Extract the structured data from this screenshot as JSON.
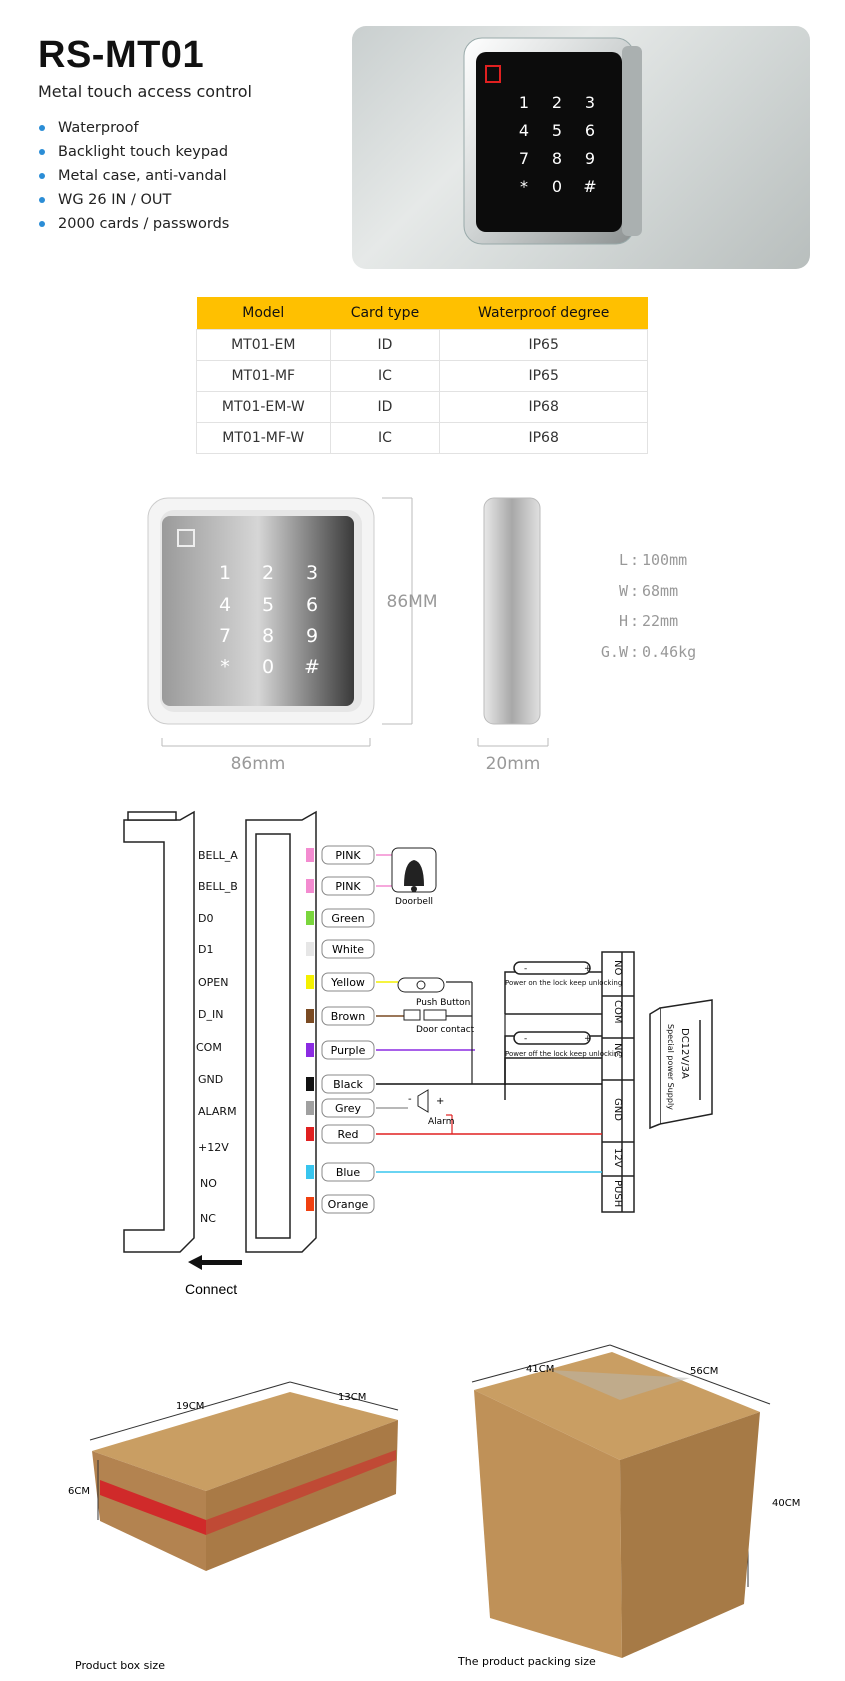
{
  "header": {
    "title": "RS-MT01",
    "subtitle": "Metal touch access control",
    "features": [
      "Waterproof",
      "Backlight touch keypad",
      "Metal case, anti-vandal",
      "WG 26 IN / OUT",
      "2000 cards / passwords"
    ]
  },
  "hero_keypad": {
    "keys": [
      "1",
      "2",
      "3",
      "4",
      "5",
      "6",
      "7",
      "8",
      "9",
      "*",
      "0",
      "#"
    ]
  },
  "spec_table": {
    "headers": [
      "Model",
      "Card type",
      "Waterproof degree"
    ],
    "rows": [
      [
        "MT01-EM",
        "ID",
        "IP65"
      ],
      [
        "MT01-MF",
        "IC",
        "IP65"
      ],
      [
        "MT01-EM-W",
        "ID",
        "IP68"
      ],
      [
        "MT01-MF-W",
        "IC",
        "IP68"
      ]
    ]
  },
  "dimensions": {
    "height_label": "86MM",
    "width_label": "86mm",
    "depth_label": "20mm",
    "specs": [
      {
        "key": "L",
        "value": "100mm"
      },
      {
        "key": "W",
        "value": "68mm"
      },
      {
        "key": "H",
        "value": "22mm"
      },
      {
        "key": "G.W",
        "value": "0.46kg"
      }
    ]
  },
  "wiring": {
    "pins": [
      "BELL_A",
      "BELL_B",
      "D0",
      "D1",
      "OPEN",
      "D_IN",
      "COM",
      "GND",
      "ALARM",
      "+12V",
      "NO",
      "NC"
    ],
    "wires": [
      {
        "label": "PINK",
        "color": "#f38bd0"
      },
      {
        "label": "PINK",
        "color": "#f38bd0"
      },
      {
        "label": "Green",
        "color": "#7ad63c"
      },
      {
        "label": "White",
        "color": "#e6e6e6"
      },
      {
        "label": "Yellow",
        "color": "#f4f000"
      },
      {
        "label": "Brown",
        "color": "#7a4a22"
      },
      {
        "label": "Purple",
        "color": "#8b2be2"
      },
      {
        "label": "Black",
        "color": "#111111"
      },
      {
        "label": "Grey",
        "color": "#a0a0a0"
      },
      {
        "label": "Red",
        "color": "#e02020"
      },
      {
        "label": "Blue",
        "color": "#38c5ee"
      },
      {
        "label": "Orange",
        "color": "#f04010"
      }
    ],
    "doorbell_label": "Doorbell",
    "push_button_label": "Push Button",
    "door_contact_label": "Door contact",
    "alarm_label": "Alarm",
    "lock1_label": "Power on the lock keep unlocking",
    "lock2_label": "Power off the lock keep unlocking",
    "supply_terminals": [
      "NO",
      "COM",
      "NC",
      "GND",
      "12V",
      "PUSH"
    ],
    "supply_label_1": "DC12V/3A",
    "supply_label_2": "Special power Supply",
    "connect_label": "Connect"
  },
  "boxes": {
    "product_box": {
      "length": "19CM",
      "width": "13CM",
      "height": "6CM",
      "caption": "Product box size"
    },
    "packing_box": {
      "length": "41CM",
      "width": "56CM",
      "height": "40CM",
      "caption": "The product packing size"
    }
  }
}
